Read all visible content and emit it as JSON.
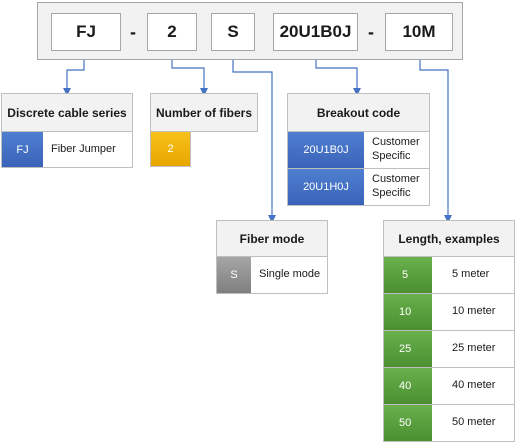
{
  "part_number": {
    "segments": [
      "FJ",
      "2",
      "S",
      "20U1B0J",
      "10M"
    ],
    "separators": [
      "-",
      "-"
    ]
  },
  "colors": {
    "series": "#3a63b8",
    "fibers": "#f0b400",
    "mode": "#8c8c8c",
    "breakout": "#3a63b8",
    "length": "#5a9e3c",
    "connector": "#4472c4"
  },
  "series_table": {
    "title": "Discrete cable series",
    "rows": [
      {
        "code": "FJ",
        "desc": "Fiber Jumper"
      }
    ]
  },
  "fibers_table": {
    "title": "Number of fibers",
    "rows": [
      {
        "code": "2",
        "desc": ""
      }
    ]
  },
  "breakout_table": {
    "title": "Breakout code",
    "rows": [
      {
        "code": "20U1B0J",
        "desc": "Customer Specific"
      },
      {
        "code": "20U1H0J",
        "desc": "Customer Specific"
      }
    ]
  },
  "mode_table": {
    "title": "Fiber mode",
    "rows": [
      {
        "code": "S",
        "desc": "Single mode"
      }
    ]
  },
  "length_table": {
    "title": "Length, examples",
    "rows": [
      {
        "code": "5",
        "desc": "5 meter"
      },
      {
        "code": "10",
        "desc": "10 meter"
      },
      {
        "code": "25",
        "desc": "25 meter"
      },
      {
        "code": "40",
        "desc": "40 meter"
      },
      {
        "code": "50",
        "desc": "50 meter"
      }
    ]
  }
}
